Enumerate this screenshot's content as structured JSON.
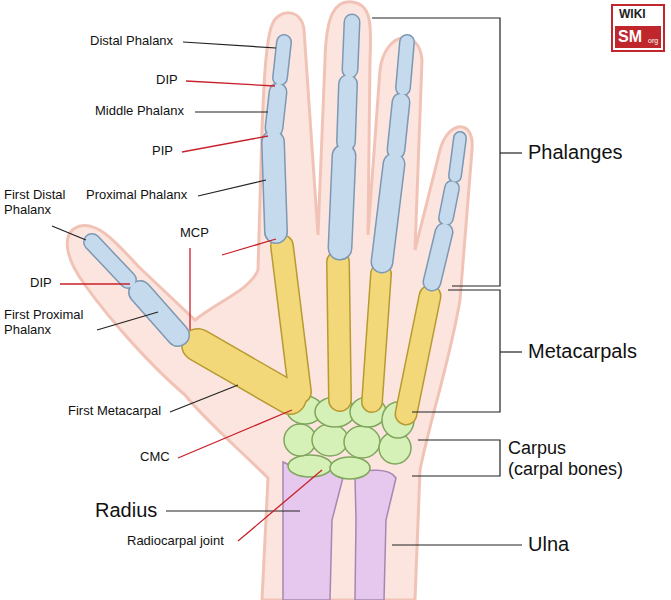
{
  "diagram": {
    "labels": [
      "Distal Phalanx",
      "DIP",
      "Middle Phalanx",
      "PIP",
      "Proximal Phalanx",
      "First Distal Phalanx",
      "DIP",
      "MCP",
      "First Proximal Phalanx",
      "First Metacarpal",
      "CMC",
      "Radius",
      "Radiocarpal joint",
      "Phalanges",
      "Metacarpals",
      "Carpus (carpal bones)",
      "Ulna",
      "WIKI",
      "SM",
      "org"
    ]
  }
}
